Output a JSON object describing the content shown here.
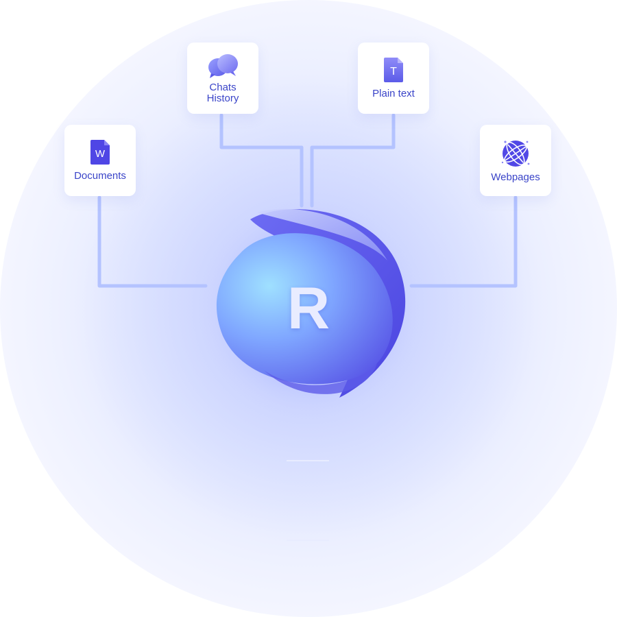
{
  "sources": {
    "documents": {
      "label": "Documents",
      "icon": "word-document-icon",
      "glyph": "W"
    },
    "chats_history": {
      "label_line1": "Chats",
      "label_line2": "History",
      "icon": "chat-bubbles-icon"
    },
    "plain_text": {
      "label": "Plain text",
      "icon": "text-document-icon",
      "glyph": "T"
    },
    "webpages": {
      "label": "Webpages",
      "icon": "globe-icon"
    }
  },
  "hub": {
    "letter": "R",
    "icon": "orb-logo-icon"
  },
  "colors": {
    "accent": "#4f46e5",
    "label": "#3a44c8",
    "line": "#a9bcff",
    "orb_light": "#8fd4ff",
    "orb_dark": "#5b5be8"
  }
}
